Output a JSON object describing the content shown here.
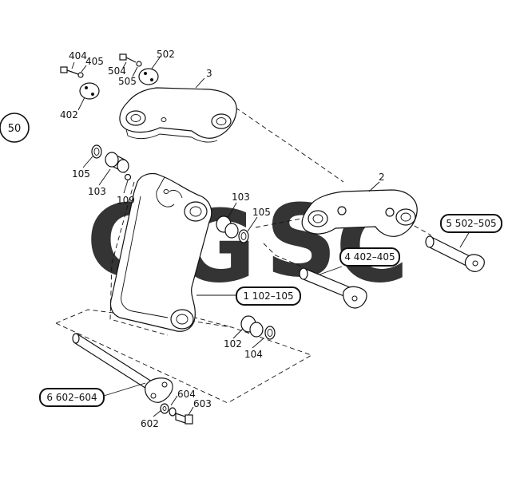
{
  "page_badge": "50",
  "callouts": {
    "c404": "404",
    "c405": "405",
    "c504": "504",
    "c505": "505",
    "c502": "502",
    "c402": "402",
    "c3": "3",
    "c105a": "105",
    "c103a": "103",
    "c109": "109",
    "c103b": "103",
    "c105b": "105",
    "c2": "2",
    "c102": "102",
    "c104": "104",
    "c604": "604",
    "c603": "603",
    "c602": "602"
  },
  "group_boxes": {
    "g1": "1 102–105",
    "g4": "4 402–405",
    "g5": "5 502–505",
    "g6": "6 602–604"
  },
  "watermark": {
    "letters": [
      "C",
      "G",
      "S",
      "C"
    ],
    "colors": [
      "#6fa0ee",
      "#ef7f72",
      "#f5d35f",
      "#5fb48d"
    ]
  }
}
